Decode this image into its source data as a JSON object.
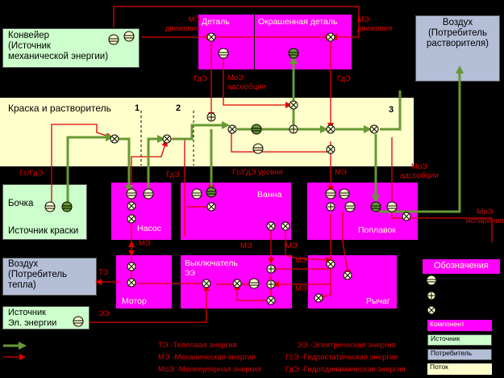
{
  "sources": {
    "conveyor": "Конвейер\n(Источник\nмеханической энергии)",
    "barrel_title": "Бочка",
    "barrel_sub": "Источник краски",
    "electric": "Источник\nЭл. энергии"
  },
  "consumers": {
    "air_solvent": "Воздух\n(Потребитель\nрастворителя)",
    "air_heat": "Воздух\n(Потребитель\nтепла)"
  },
  "flow": {
    "label": "Краска и растворитель",
    "zone1": "1",
    "zone2": "2",
    "zone3": "3"
  },
  "components": {
    "detail": "Деталь",
    "dried_detail": "Окрашенная деталь",
    "pump": "Насос",
    "bath": "Ванна",
    "float": "Поплавок",
    "switch": "Выключатель",
    "switch_sub": "ЭЭ",
    "motor": "Мотор",
    "lever": "Рычаг"
  },
  "energy_labels": {
    "me_move_left": "МЭ\nдвижения",
    "me_move_right": "МЭ\nдвижения",
    "gde_left": "ГдЭ",
    "moe_ads_top": "МоЭ\nадсорбции",
    "gde_right": "ГдЭ",
    "gs_gde": "Гс/ГдЭ",
    "gde_pump": "ГдЭ",
    "gs_gde_level": "Гс/ГдЭ уровня",
    "me_mid": "МЭ",
    "moe_ads_right": "МоЭ\nадсорбции",
    "moe_evap": "МоЭ\nиспарения",
    "me_pump": "МЭ",
    "me_switch_a": "МЭ",
    "me_switch_b": "МЭ",
    "me_switch_c": "МЭ",
    "me_switch_d": "МЭ",
    "te": "ТЭ",
    "ee": "ЭЭ"
  },
  "legend_notes": {
    "te": "ТЭ -Тепловая энергия",
    "me": "МЭ -Механическая энергия",
    "moe": "МоЭ -Молекулярная энергия",
    "ee": "ЭЭ -Электрическая энергия",
    "gse": "ГсЭ -Гидростатическая энергия",
    "gde": "ГдЭ -Гидродинамическая энергия"
  },
  "legend": {
    "title": "Обозначения",
    "component": "Компонент",
    "source": "Источник",
    "consumer": "Потребитель",
    "flow": "Поток"
  },
  "colors": {
    "background": "#000000",
    "component": "#FF00FF",
    "source": "#CCFFCC",
    "consumer": "#B4BED7",
    "flow": "#FFFFCC",
    "energy_line": "#E00000",
    "material_line": "#669933"
  }
}
